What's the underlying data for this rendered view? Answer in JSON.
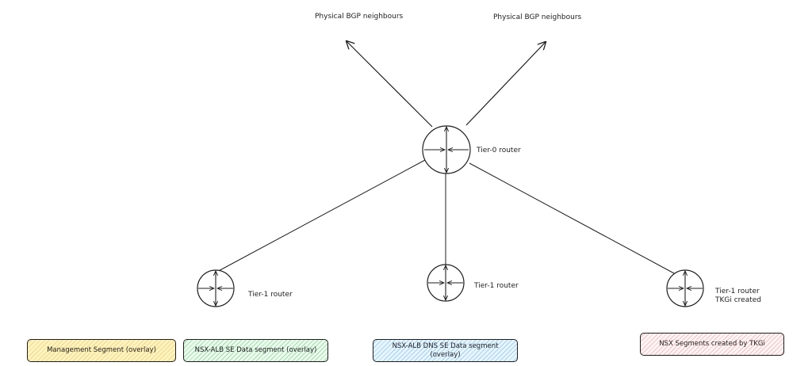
{
  "labels": {
    "bgp_left": "Physical BGP neighbours",
    "bgp_right": "Physical BGP neighbours",
    "tier0": "Tier-0 router",
    "tier1_left": "Tier-1 router",
    "tier1_middle": "Tier-1 router",
    "tier1_right_line1": "Tier-1 router",
    "tier1_right_line2": "TKGi created"
  },
  "segments": {
    "management": {
      "text": "Management Segment (overlay)",
      "fill": "#fff3bf",
      "hatch": "#e8c66a"
    },
    "alb_data": {
      "text": "NSX-ALB SE Data segment (overlay)",
      "fill": "#ebfbee",
      "hatch": "#8fcf9a"
    },
    "alb_dns_line1": "NSX-ALB DNS SE Data segment",
    "alb_dns_line2": "(overlay)",
    "alb_dns_colors": {
      "fill": "#e7f5ff",
      "hatch": "#8ec3ea"
    },
    "tkgi": {
      "text": "NSX Segments created by TKGi",
      "fill": "#fff5f5",
      "hatch": "#f0a8a8"
    }
  },
  "colors": {
    "stroke": "#1e1e1e"
  }
}
